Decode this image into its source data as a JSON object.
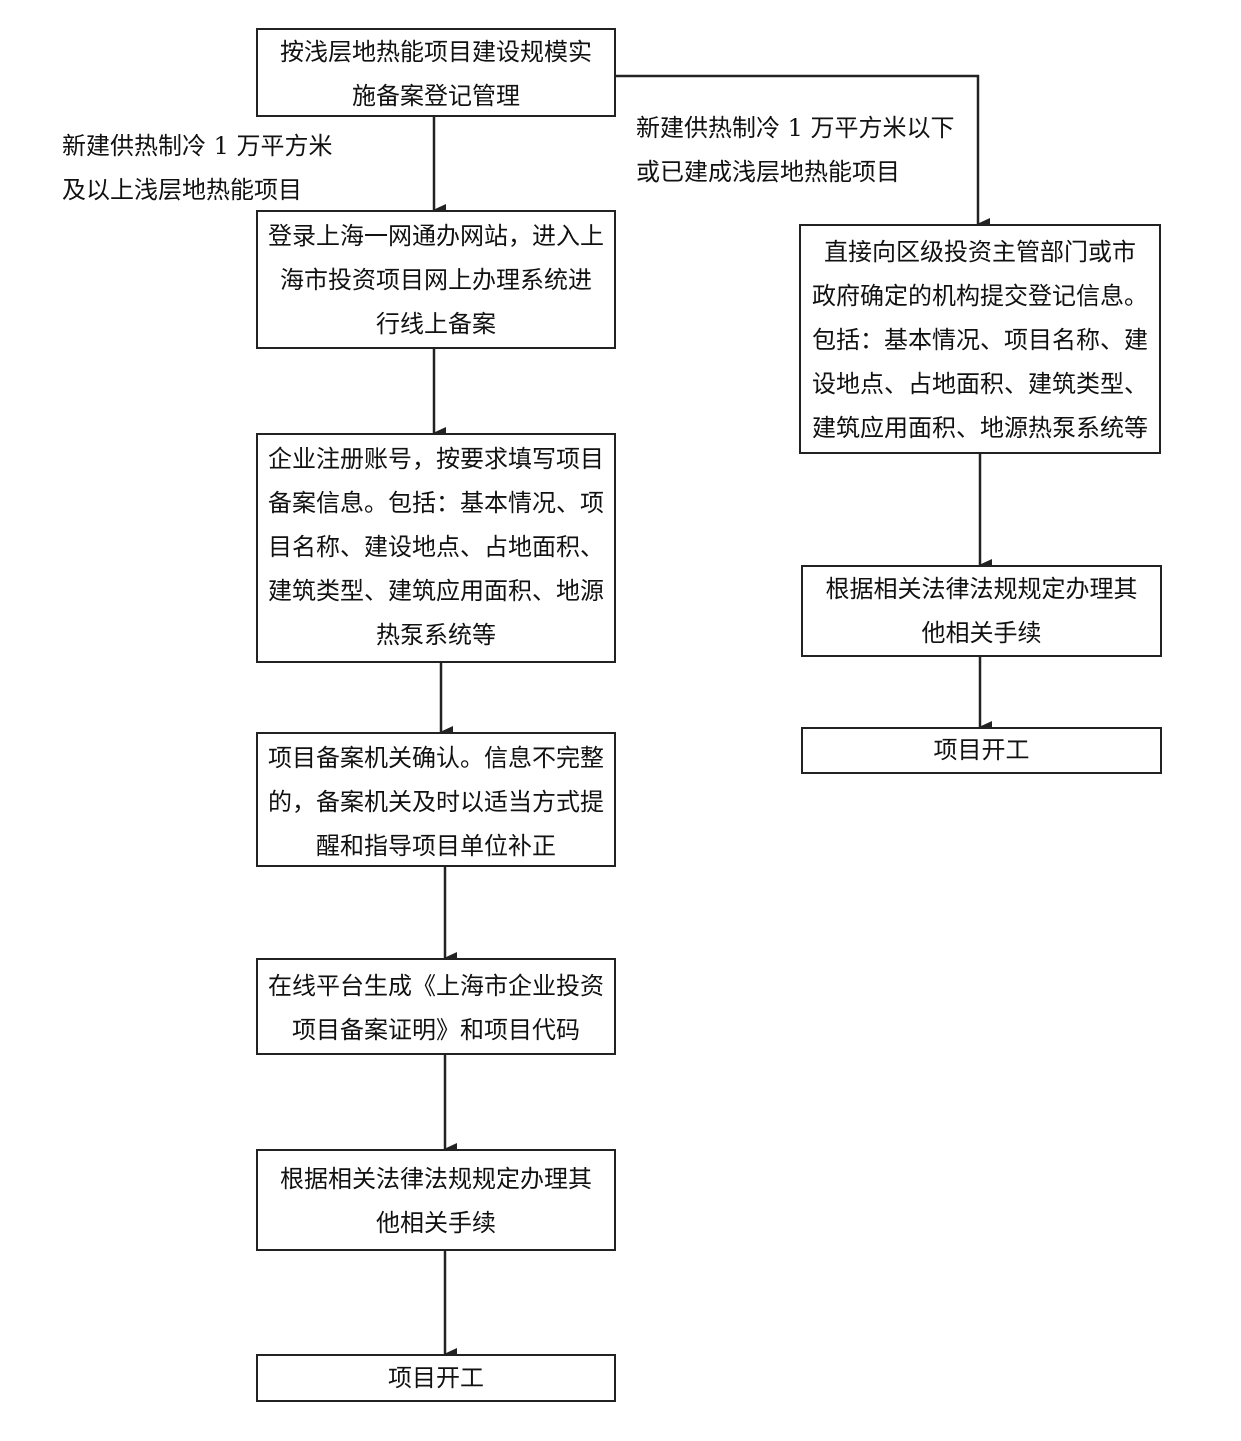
{
  "start": [
    "按浅层地热能项目建设规模实",
    "施备案登记管理"
  ],
  "left_branch_label": [
    "新建供热制冷 1 万平方米",
    "及以上浅层地热能项目"
  ],
  "right_branch_label": [
    "新建供热制冷 1 万平方米以下",
    "或已建成浅层地热能项目"
  ],
  "left_steps": [
    [
      "登录上海一网通办网站，进入上",
      "海市投资项目网上办理系统进",
      "行线上备案"
    ],
    [
      "企业注册账号，按要求填写项目",
      "备案信息。包括：基本情况、项",
      "目名称、建设地点、占地面积、",
      "建筑类型、建筑应用面积、地源",
      "热泵系统等"
    ],
    [
      "项目备案机关确认。信息不完整",
      "的，备案机关及时以适当方式提",
      "醒和指导项目单位补正"
    ],
    [
      "在线平台生成《上海市企业投资",
      "项目备案证明》和项目代码"
    ],
    [
      "根据相关法律法规规定办理其",
      "他相关手续"
    ],
    [
      "项目开工"
    ]
  ],
  "right_steps": [
    [
      "直接向区级投资主管部门或市",
      "政府确定的机构提交登记信息。",
      "包括：基本情况、项目名称、建",
      "设地点、占地面积、建筑类型、",
      "建筑应用面积、地源热泵系统等"
    ],
    [
      "根据相关法律法规规定办理其",
      "他相关手续"
    ],
    [
      "项目开工"
    ]
  ]
}
